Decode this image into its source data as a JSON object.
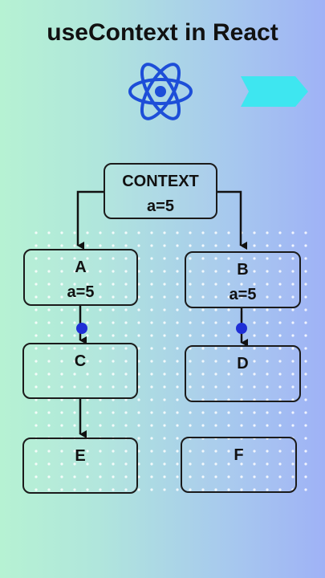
{
  "title": "useContext in React",
  "colors": {
    "logo": "#1d4ed8",
    "arrow_badge": "#3ee6f0",
    "dot": "#1f2fd6",
    "line": "#111111"
  },
  "icons": {
    "logo": "react-atom-icon",
    "badge": "arrow-badge-icon"
  },
  "nodes": {
    "context": {
      "label": "CONTEXT",
      "value": "a=5"
    },
    "a": {
      "label": "A",
      "value": "a=5"
    },
    "b": {
      "label": "B",
      "value": "a=5"
    },
    "c": {
      "label": "C",
      "value": ""
    },
    "d": {
      "label": "D",
      "value": ""
    },
    "e": {
      "label": "E",
      "value": ""
    },
    "f": {
      "label": "F",
      "value": ""
    }
  },
  "edges": [
    {
      "from": "context",
      "to": "a"
    },
    {
      "from": "context",
      "to": "b"
    },
    {
      "from": "a",
      "to": "c"
    },
    {
      "from": "b",
      "to": "d"
    },
    {
      "from": "c",
      "to": "e"
    }
  ]
}
